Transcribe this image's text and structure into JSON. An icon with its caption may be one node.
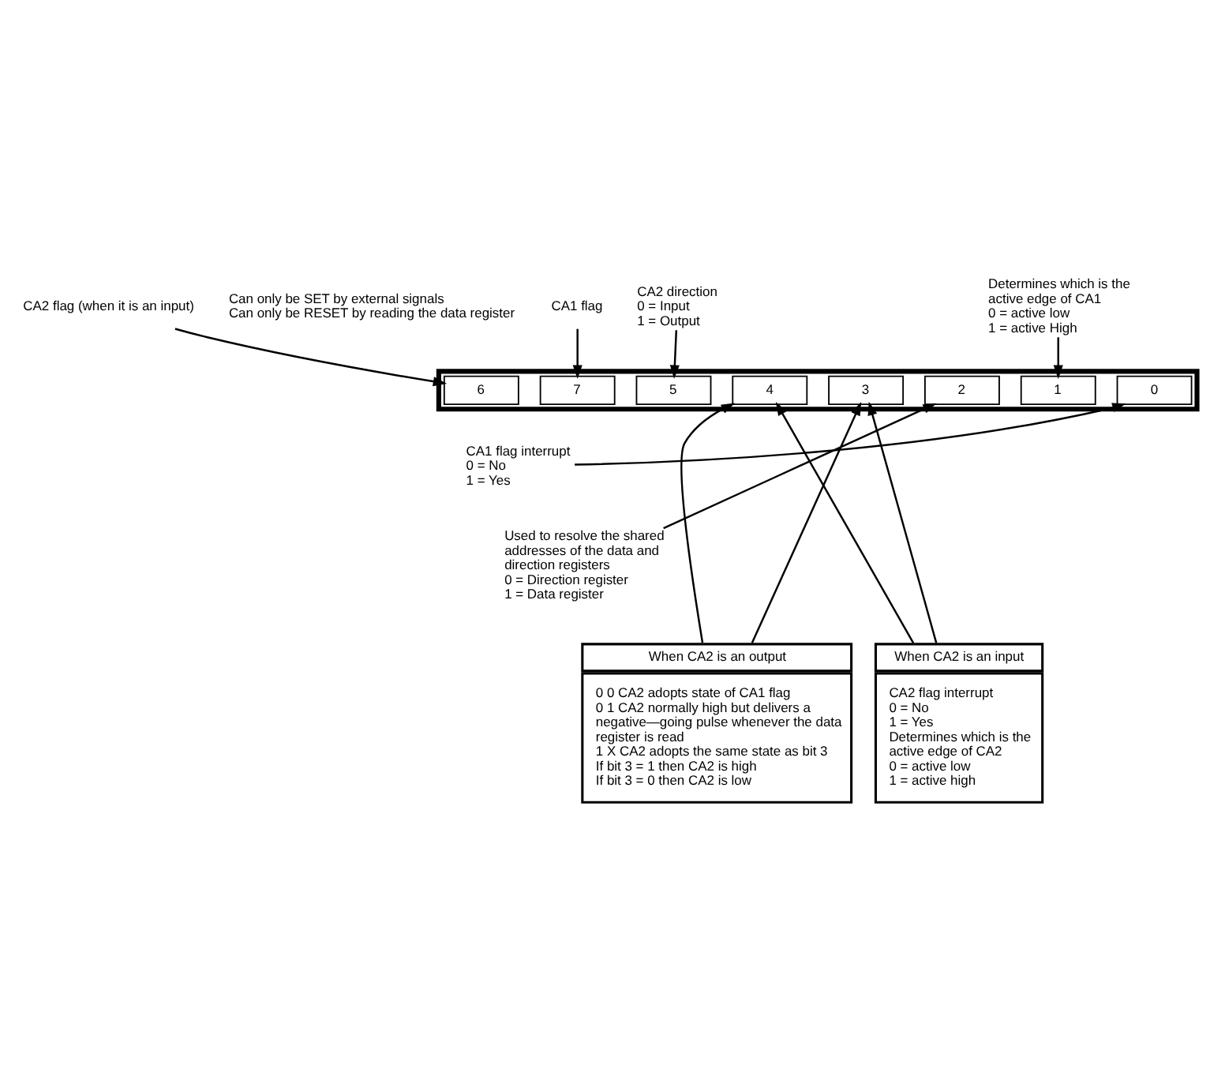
{
  "diagram": {
    "nodes": [
      {
        "text": [
          "CA2 flag (when it is an input)"
        ]
      },
      {
        "text": [
          "CA1 flag"
        ]
      },
      {
        "text": [
          "CA2 direction",
          "0 = Input",
          "1 = Output"
        ]
      },
      {
        "text": [
          "Determines which is the active edge of CA1",
          "0 = active low",
          "1 = active High"
        ]
      },
      {
        "text": [],
        "shape": "bar"
      },
      {
        "text": [
          "7"
        ],
        "in": 4
      },
      {
        "text": [
          "6"
        ],
        "in": 4
      },
      {
        "text": [
          "5"
        ],
        "in": 4
      },
      {
        "text": [
          "4"
        ],
        "in": 4
      },
      {
        "text": [
          "3"
        ],
        "in": 4
      },
      {
        "text": [
          "2"
        ],
        "in": 4
      },
      {
        "text": [
          "1"
        ],
        "in": 4
      },
      {
        "text": [
          "0"
        ],
        "in": 4
      },
      {
        "text": [
          "CA1 flag interrupt",
          "0 = No",
          "1 = Yes"
        ]
      },
      {
        "text": [
          "Used to resolve the shared addresses of the data and direction registers",
          "0 = Direction register",
          "1 = Data register"
        ]
      },
      {
        "text": [
          "When CA2 is an output",
          "0 0 CA2 adopts state of CA1 flag",
          "0 1 CA2 normally high but delivers a negative—going pulse whenever the data register is read",
          "1 X CA2 adopts the same state as bit 3",
          "If bit 3 = 1 then CA2 is high",
          "If bit 3 = 0 then CA2 is low"
        ]
      },
      {
        "text": [
          "When CA2 is an input",
          "CA2 flag interrupt",
          "0 = No",
          "1 = Yes",
          "Determines which is the active edge of CA2",
          "0 = active low",
          "1 = active high"
        ]
      }
    ],
    "edges": [
      {
        "from": 1,
        "to": 5,
        "arrow": "to"
      },
      {
        "from": 0,
        "to": 6,
        "arrow": "to"
      },
      {
        "from": 2,
        "to": 7,
        "arrow": "to"
      },
      {
        "from": 3,
        "to": 11,
        "arrow": "to"
      },
      {
        "from": 13,
        "to": 12,
        "arrow": "to"
      },
      {
        "from": 14,
        "to": 10,
        "arrow": "to"
      },
      {
        "from": 15,
        "to": 8,
        "arrow": "to"
      },
      {
        "from": 15,
        "to": 9,
        "arrow": "to"
      },
      {
        "from": 16,
        "to": 9,
        "arrow": "to"
      },
      {
        "from": 16,
        "to": 8,
        "arrow": "to"
      }
    ],
    "labels": [
      "Can only be SET by external signals",
      "Can only be RESET by reading the data register"
    ]
  }
}
